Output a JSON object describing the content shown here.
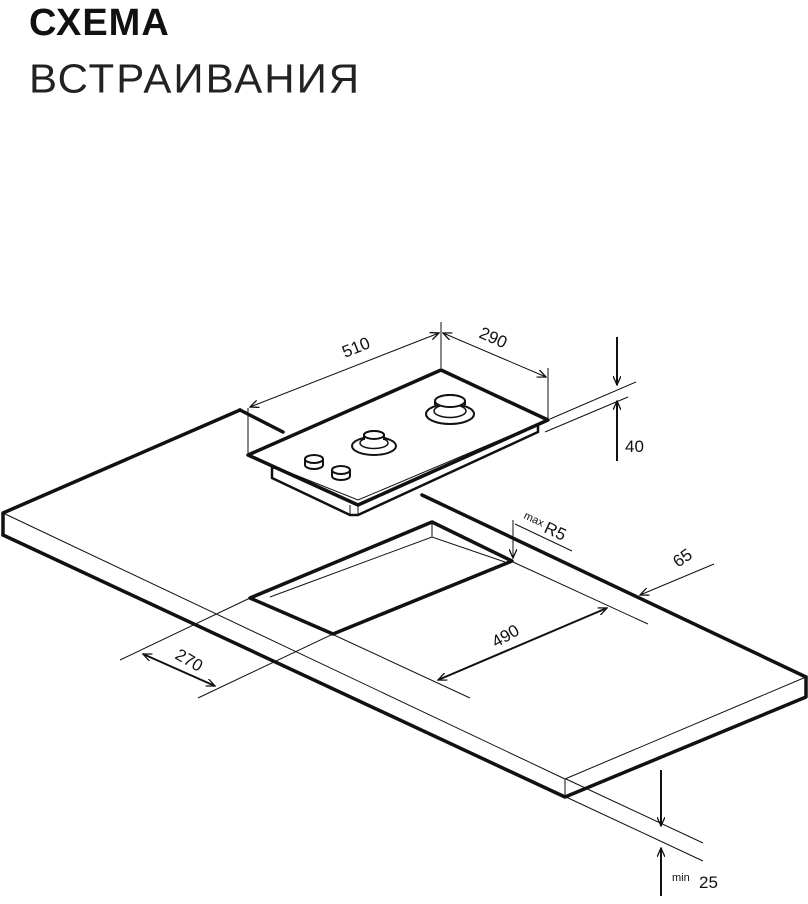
{
  "title": {
    "line1": "СХЕМА",
    "line2": "ВСТРАИВАНИЯ"
  },
  "dimensions": {
    "hob_width": "510",
    "hob_depth": "290",
    "hob_height": "40",
    "corner_radius_prefix": "max",
    "corner_radius": "R5",
    "back_offset": "65",
    "cutout_width": "490",
    "cutout_depth": "270",
    "countertop_thickness_prefix": "min",
    "countertop_thickness": "25"
  }
}
